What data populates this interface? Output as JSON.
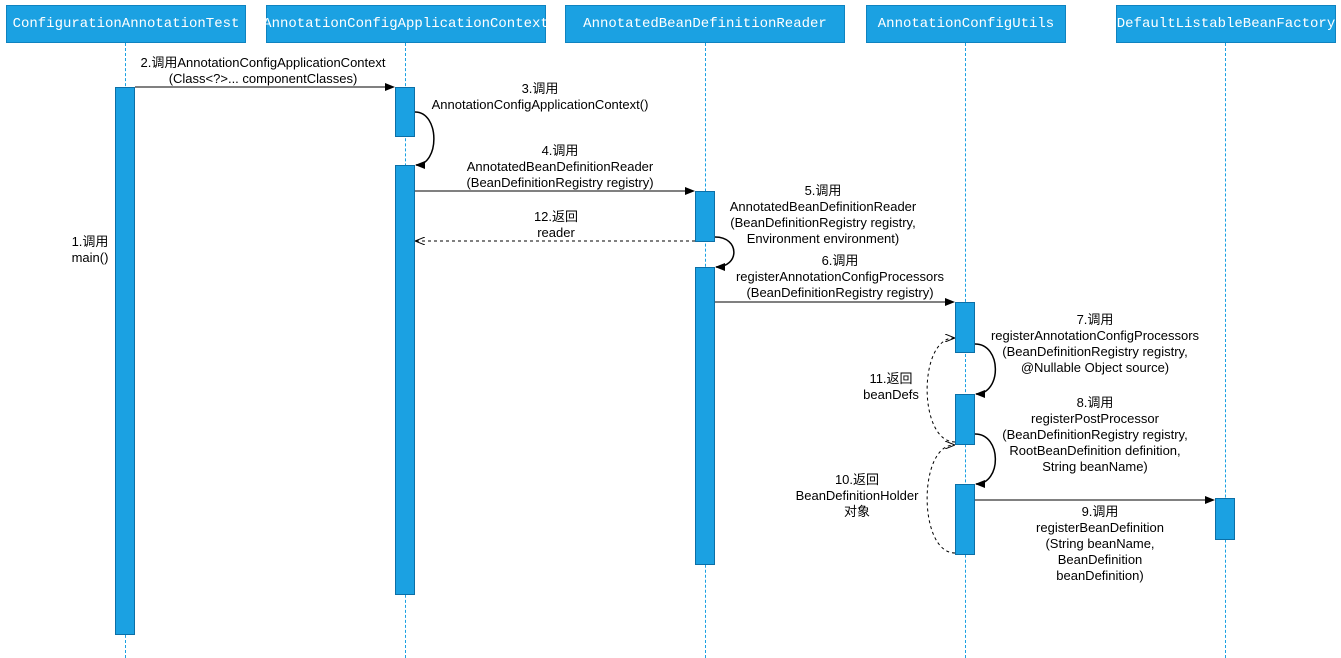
{
  "participants": [
    "ConfigurationAnnotationTest",
    "AnnotationConfigApplicationContext",
    "AnnotatedBeanDefinitionReader",
    "AnnotationConfigUtils",
    "DefaultListableBeanFactory"
  ],
  "messages": {
    "m1": [
      "1.调用",
      "main()"
    ],
    "m2": [
      "2.调用AnnotationConfigApplicationContext",
      "(Class<?>... componentClasses)"
    ],
    "m3": [
      "3.调用",
      "AnnotationConfigApplicationContext()"
    ],
    "m4": [
      "4.调用",
      "AnnotatedBeanDefinitionReader",
      "(BeanDefinitionRegistry registry)"
    ],
    "m5": [
      "5.调用",
      "AnnotatedBeanDefinitionReader",
      "(BeanDefinitionRegistry registry,",
      "Environment environment)"
    ],
    "m6": [
      "6.调用",
      "registerAnnotationConfigProcessors",
      "(BeanDefinitionRegistry registry)"
    ],
    "m7": [
      "7.调用",
      "registerAnnotationConfigProcessors",
      "(BeanDefinitionRegistry registry,",
      "@Nullable Object source)"
    ],
    "m8": [
      "8.调用",
      "registerPostProcessor",
      "(BeanDefinitionRegistry registry,",
      "RootBeanDefinition definition,",
      "String beanName)"
    ],
    "m9": [
      "9.调用",
      "registerBeanDefinition",
      "(String beanName,",
      "BeanDefinition",
      "beanDefinition)"
    ],
    "m10": [
      "10.返回",
      "BeanDefinitionHolder",
      "对象"
    ],
    "m11": [
      "11.返回",
      "beanDefs"
    ],
    "m12": [
      "12.返回",
      "reader"
    ]
  },
  "colors": {
    "accent": "#1ba1e2"
  }
}
